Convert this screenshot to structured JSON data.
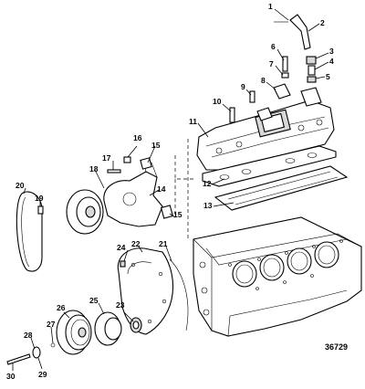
{
  "figure_number": "36729",
  "callouts": [
    {
      "id": "c1",
      "label": "1"
    },
    {
      "id": "c2",
      "label": "2"
    },
    {
      "id": "c3",
      "label": "3"
    },
    {
      "id": "c4",
      "label": "4"
    },
    {
      "id": "c5",
      "label": "5"
    },
    {
      "id": "c6",
      "label": "6"
    },
    {
      "id": "c7",
      "label": "7"
    },
    {
      "id": "c8",
      "label": "8"
    },
    {
      "id": "c9",
      "label": "9"
    },
    {
      "id": "c10",
      "label": "10"
    },
    {
      "id": "c11",
      "label": "11"
    },
    {
      "id": "c12",
      "label": "12"
    },
    {
      "id": "c13",
      "label": "13"
    },
    {
      "id": "c14",
      "label": "14"
    },
    {
      "id": "c15a",
      "label": "15"
    },
    {
      "id": "c15b",
      "label": "15"
    },
    {
      "id": "c16",
      "label": "16"
    },
    {
      "id": "c17",
      "label": "17"
    },
    {
      "id": "c18",
      "label": "18"
    },
    {
      "id": "c19",
      "label": "19"
    },
    {
      "id": "c20",
      "label": "20"
    },
    {
      "id": "c21",
      "label": "21"
    },
    {
      "id": "c22",
      "label": "22"
    },
    {
      "id": "c23",
      "label": "23"
    },
    {
      "id": "c24",
      "label": "24"
    },
    {
      "id": "c25",
      "label": "25"
    },
    {
      "id": "c26",
      "label": "26"
    },
    {
      "id": "c27",
      "label": "27"
    },
    {
      "id": "c28",
      "label": "28"
    },
    {
      "id": "c29",
      "label": "29"
    },
    {
      "id": "c30",
      "label": "30"
    }
  ]
}
